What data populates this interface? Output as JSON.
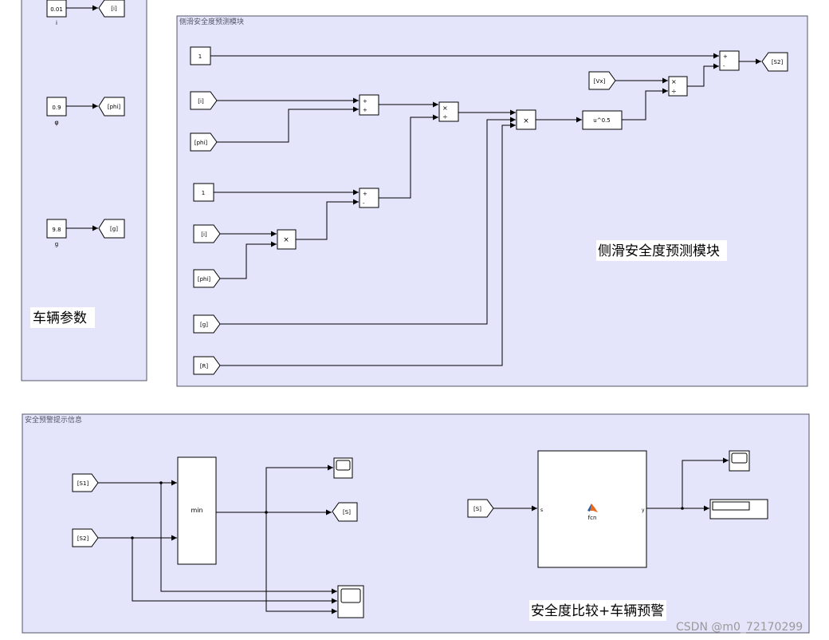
{
  "areas": {
    "vehicle_params": {
      "annotation": "车辆参数"
    },
    "sideslip": {
      "title": "侧滑安全度预测模块",
      "annotation": "侧滑安全度预测模块"
    },
    "warning": {
      "title": "安全预警提示信息",
      "annotation": "安全度比较+车辆预警"
    }
  },
  "vehicle_params": {
    "i": {
      "value": "0.01",
      "label": "i",
      "goto": "[i]"
    },
    "phi": {
      "value": "0.9",
      "label": "φ",
      "goto": "[phi]"
    },
    "g": {
      "value": "9.8",
      "label": "g",
      "goto": "[g]"
    }
  },
  "sideslip": {
    "const1": "1",
    "const2": "1",
    "from_i_1": "[i]",
    "from_phi_1": "[phi]",
    "from_i_2": "[i]",
    "from_phi_2": "[phi]",
    "from_g": "[g]",
    "from_R": "[R]",
    "from_Vx": "[Vx]",
    "sum1_signs": [
      "+",
      "+"
    ],
    "sum2_signs": [
      "+",
      "-"
    ],
    "sum3_signs": [
      "+",
      "-"
    ],
    "prod_mult": "×",
    "div1_signs": [
      "×",
      "÷"
    ],
    "prod2_sym": "×",
    "fcn_block": "u^0.5",
    "div2_signs": [
      "×",
      "÷"
    ],
    "goto_S2": "[S2]"
  },
  "warning": {
    "from_S1": "[S1]",
    "from_S2": "[S2]",
    "min_label": "min",
    "goto_S": "[S]",
    "from_S": "[S]",
    "fcn_in": "s",
    "fcn_out": "y",
    "fcn_name": "fcn"
  },
  "watermark": "CSDN @m0_72170299",
  "colors": {
    "area_fill": "#e4e4fb",
    "area_border": "#555566",
    "matlab_icon": "#e86a1e"
  }
}
